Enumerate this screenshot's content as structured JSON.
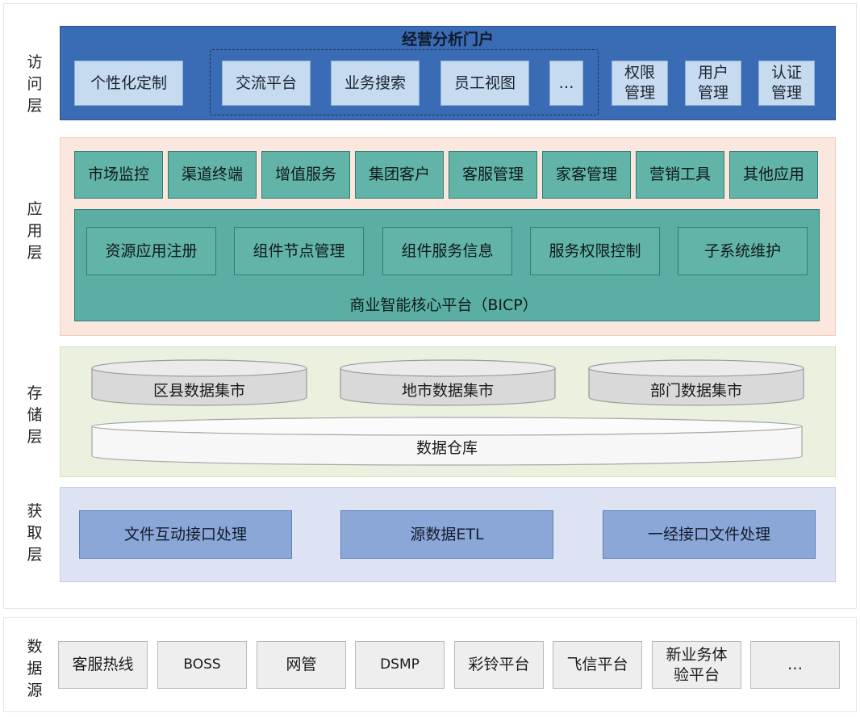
{
  "labels": {
    "access": "访问层",
    "application": "应用层",
    "storage": "存储层",
    "acquisition": "获取层",
    "datasource": "数据源"
  },
  "access": {
    "title": "经营分析门户",
    "items": [
      "个性化定制",
      "交流平台",
      "业务搜索",
      "员工视图",
      "…",
      "权限管理",
      "用户管理",
      "认证管理"
    ]
  },
  "application": {
    "top_items": [
      "市场监控",
      "渠道终端",
      "增值服务",
      "集团客户",
      "客服管理",
      "家客管理",
      "营销工具",
      "其他应用"
    ],
    "platform_items": [
      "资源应用注册",
      "组件节点管理",
      "组件服务信息",
      "服务权限控制",
      "子系统维护"
    ],
    "platform_title": "商业智能核心平台（BICP）"
  },
  "storage": {
    "marts": [
      "区县数据集市",
      "地市数据集市",
      "部门数据集市"
    ],
    "warehouse": "数据仓库"
  },
  "acquisition": {
    "items": [
      "文件互动接口处理",
      "源数据ETL",
      "一经接口文件处理"
    ]
  },
  "datasource": {
    "items": [
      "客服热线",
      "BOSS",
      "网管",
      "DSMP",
      "彩铃平台",
      "飞信平台",
      "新业务体验平台",
      "…"
    ]
  },
  "colors": {
    "access_band": "#3a6cb5",
    "application_band": "#fbe7de",
    "application_platform": "#5aaea3",
    "storage_band": "#eaf1df",
    "acquisition_band": "#dde3f3",
    "cylinder_gray": "#d9d9d9",
    "warehouse_white": "#f7f7f7"
  }
}
